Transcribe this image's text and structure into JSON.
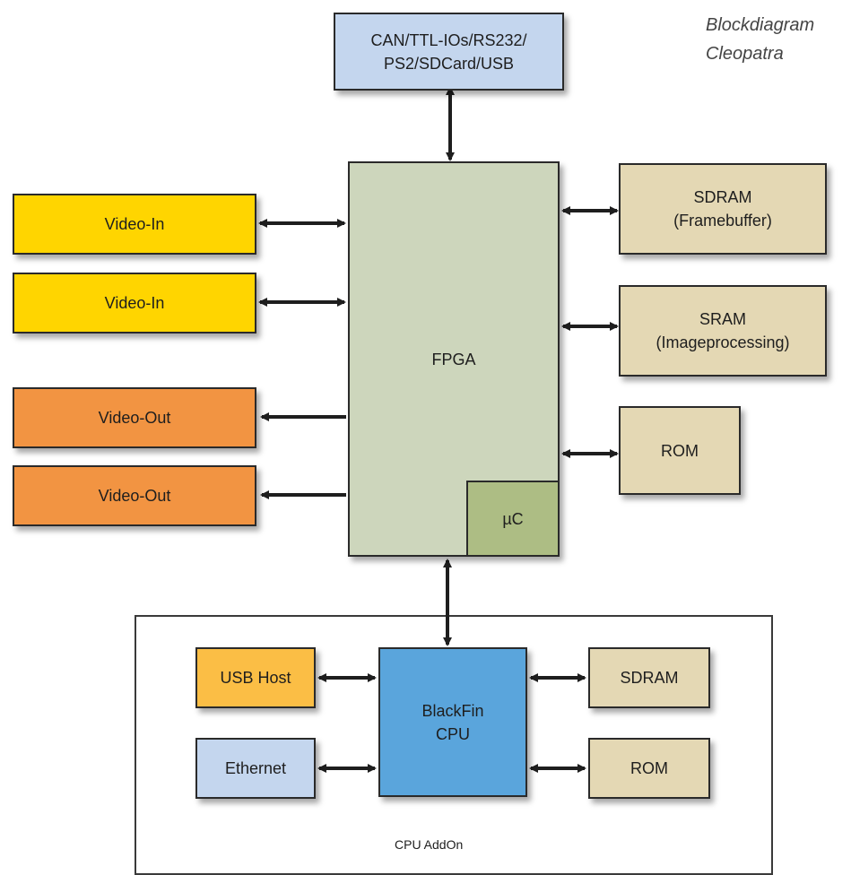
{
  "title": {
    "line1": "Blockdiagram",
    "line2": "Cleopatra"
  },
  "blocks": {
    "io": "CAN/TTL-IOs/RS232/\nPS2/SDCard/USB",
    "fpga": "FPGA",
    "uc": "µC",
    "video_in_1": "Video-In",
    "video_in_2": "Video-In",
    "video_out_1": "Video-Out",
    "video_out_2": "Video-Out",
    "sdram_fb": "SDRAM\n(Framebuffer)",
    "sram": "SRAM\n(Imageprocessing)",
    "rom_top": "ROM",
    "usb_host": "USB Host",
    "ethernet": "Ethernet",
    "blackfin": "BlackFin\nCPU",
    "sdram_cpu": "SDRAM",
    "rom_cpu": "ROM"
  },
  "addon": {
    "label": "CPU AddOn"
  },
  "colors": {
    "video_in": "#ffd500",
    "video_out": "#f29442",
    "memory": "#e4d8b4",
    "io": "#c4d6ee",
    "fpga": "#cdd6bc",
    "uc": "#adbd84",
    "usb_host": "#fbbe45",
    "cpu": "#5aa5dc"
  }
}
